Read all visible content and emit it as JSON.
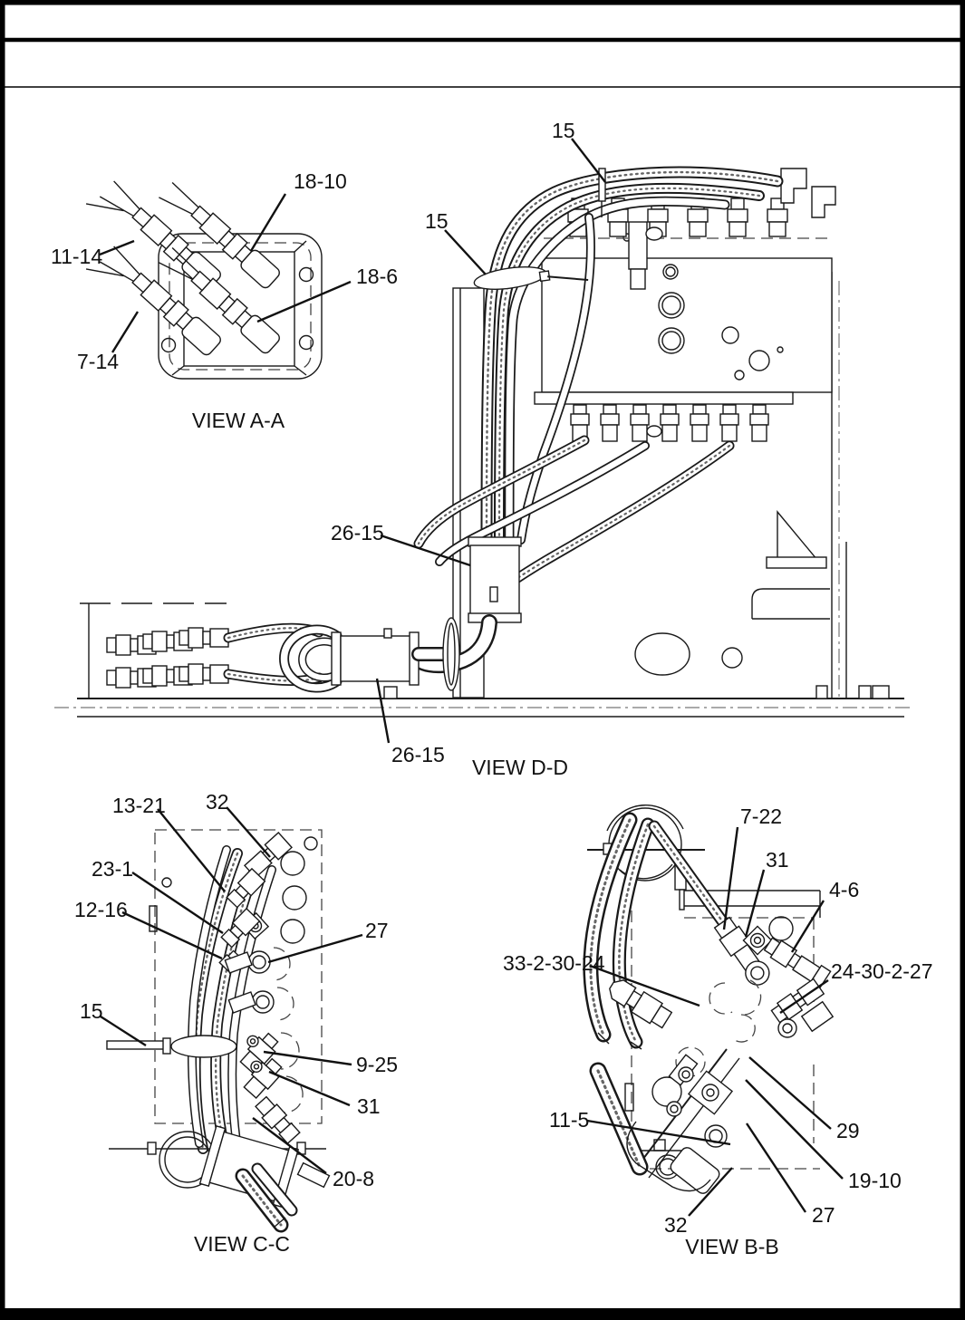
{
  "page": {
    "paper_color": "#ffffff",
    "ink_color": "#1a1a1a",
    "description": "Hydraulic hose and fitting installation drawing with four detail views"
  },
  "views": {
    "aa": {
      "caption": "VIEW A-A",
      "labels": {
        "l18_10": "18-10",
        "l11_14": "11-14",
        "l18_6": "18-6",
        "l7_14": "7-14"
      }
    },
    "dd": {
      "caption": "VIEW D-D",
      "labels": {
        "l15_top": "15",
        "l15_left": "15",
        "l26_15_upper": "26-15",
        "l26_15_lower": "26-15"
      }
    },
    "cc": {
      "caption": "VIEW C-C",
      "labels": {
        "l13_21": "13-21",
        "l32": "32",
        "l23_1": "23-1",
        "l12_16": "12-16",
        "l27": "27",
        "l15": "15",
        "l9_25": "9-25",
        "l31": "31",
        "l20_8": "20-8"
      }
    },
    "bb": {
      "caption": "VIEW B-B",
      "labels": {
        "l7_22": "7-22",
        "l31": "31",
        "l4_6": "4-6",
        "l33_2_30_24": "33-2-30-24",
        "l24_30_2_27": "24-30-2-27",
        "l11_5": "11-5",
        "l29": "29",
        "l19_10": "19-10",
        "l27": "27",
        "l32": "32"
      }
    }
  }
}
